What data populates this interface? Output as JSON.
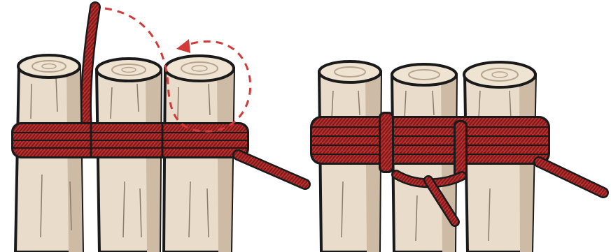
{
  "illustration": {
    "panels": [
      {
        "name": "step-1",
        "poles": 3,
        "arrow": "dashed-circular"
      },
      {
        "name": "step-2",
        "poles": 3,
        "frapping_turns": 2
      }
    ],
    "colors": {
      "wood_fill": "#e9dccb",
      "wood_shade": "#cdbba6",
      "wood_top": "#efe3d2",
      "outline": "#1a1a1a",
      "rope": "#c0302f",
      "rope_dark": "#7d1c1c",
      "arrow": "#d23a3a"
    }
  }
}
